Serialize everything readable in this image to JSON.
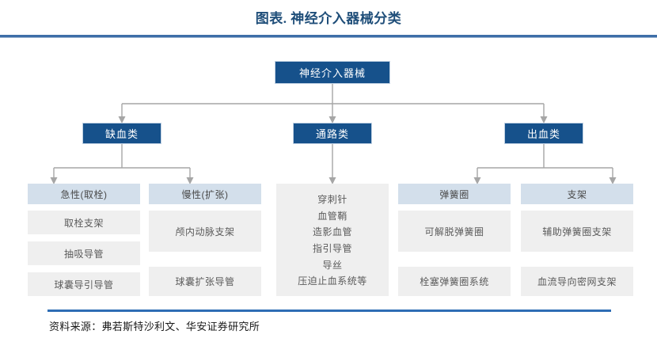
{
  "header": {
    "title": "图表. 神经介入器械分类",
    "accent_color": "#1F4E79",
    "rule_color": "#3E6EA8"
  },
  "diagram": {
    "type": "tree",
    "colors": {
      "level1_fill": "#16518B",
      "level1_text": "#FFFFFF",
      "column_header_fill": "#D3DFEB",
      "item_fill": "#EFEFEF",
      "item_text": "#5B5B5B",
      "connector": "#A6A6A6"
    },
    "root": {
      "label": "神经介入器械"
    },
    "level2": [
      {
        "label": "缺血类"
      },
      {
        "label": "通路类"
      },
      {
        "label": "出血类"
      }
    ],
    "columns": [
      {
        "parent": "缺血类",
        "header": "急性(取栓)",
        "items": [
          "取栓支架",
          "抽吸导管",
          "球囊导引导管"
        ]
      },
      {
        "parent": "缺血类",
        "header": "慢性(扩张)",
        "items": [
          "颅内动脉支架",
          "球囊扩张导管"
        ]
      },
      {
        "parent": "通路类",
        "header": "",
        "items": [
          "穿刺针",
          "血管鞘",
          "造影血管",
          "指引导管",
          "导丝",
          "压迫止血系统等"
        ]
      },
      {
        "parent": "出血类",
        "header": "弹簧圈",
        "items": [
          "可解脱弹簧圈",
          "栓塞弹簧圈系统"
        ]
      },
      {
        "parent": "出血类",
        "header": "支架",
        "items": [
          "辅助弹簧圈支架",
          "血流导向密网支架"
        ]
      }
    ]
  },
  "footer": {
    "source": "资料来源：弗若斯特沙利文、华安证券研究所",
    "rule_color": "#2E6DB4"
  }
}
